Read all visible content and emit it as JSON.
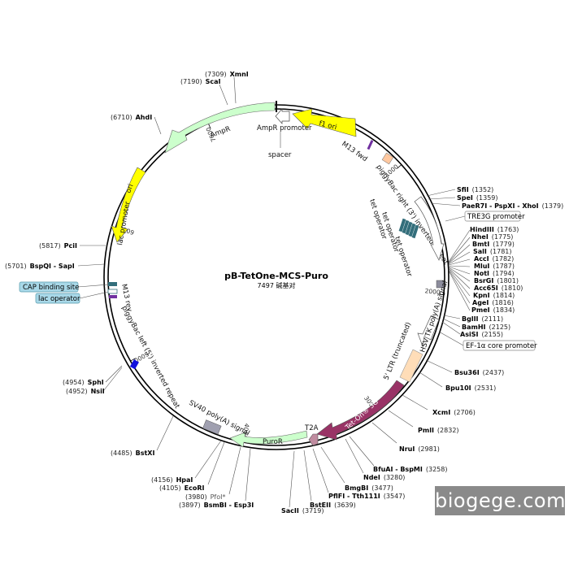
{
  "plasmid": {
    "name": "pB-TetOne-MCS-Puro",
    "size_label": "7497 碱基对",
    "length": 7497
  },
  "ticks": [
    {
      "pos": 1000,
      "label": "1000"
    },
    {
      "pos": 2000,
      "label": "2000"
    },
    {
      "pos": 3000,
      "label": "3000"
    },
    {
      "pos": 4000,
      "label": "4000"
    },
    {
      "pos": 5000,
      "label": "5000"
    },
    {
      "pos": 6000,
      "label": "6000"
    },
    {
      "pos": 7000,
      "label": "7000"
    }
  ],
  "sites_right": [
    {
      "name": "SfiI",
      "pos": "(1352)"
    },
    {
      "name": "SpeI",
      "pos": "(1359)"
    },
    {
      "name": "PaeR7I - PspXI - XhoI",
      "pos": "(1379)"
    },
    {
      "name": "HindIII",
      "pos": "(1763)"
    },
    {
      "name": "NheI",
      "pos": "(1775)"
    },
    {
      "name": "BmtI",
      "pos": "(1779)"
    },
    {
      "name": "SalI",
      "pos": "(1781)"
    },
    {
      "name": "AccI",
      "pos": "(1782)"
    },
    {
      "name": "MluI",
      "pos": "(1787)"
    },
    {
      "name": "NotI",
      "pos": "(1794)"
    },
    {
      "name": "BsrGI",
      "pos": "(1801)"
    },
    {
      "name": "Acc65I",
      "pos": "(1810)"
    },
    {
      "name": "KpnI",
      "pos": "(1814)"
    },
    {
      "name": "AgeI",
      "pos": "(1816)"
    },
    {
      "name": "PmeI",
      "pos": "(1834)"
    },
    {
      "name": "BglII",
      "pos": "(2111)"
    },
    {
      "name": "BamHI",
      "pos": "(2125)"
    },
    {
      "name": "AsiSI",
      "pos": "(2155)"
    },
    {
      "name": "Bsu36I",
      "pos": "(2437)"
    },
    {
      "name": "Bpu10I",
      "pos": "(2531)"
    },
    {
      "name": "XcmI",
      "pos": "(2706)"
    },
    {
      "name": "PmlI",
      "pos": "(2832)"
    },
    {
      "name": "NruI",
      "pos": "(2981)"
    },
    {
      "name": "BfuAI - BspMI",
      "pos": "(3258)"
    },
    {
      "name": "NdeI",
      "pos": "(3280)"
    },
    {
      "name": "BmgBI",
      "pos": "(3477)"
    },
    {
      "name": "PflFI - Tth111I",
      "pos": "(3547)"
    },
    {
      "name": "BstEII",
      "pos": "(3639)"
    },
    {
      "name": "SacII",
      "pos": "(3719)"
    }
  ],
  "sites_left": [
    {
      "name": "XmnI",
      "pos": "(7309)"
    },
    {
      "name": "ScaI",
      "pos": "(7190)"
    },
    {
      "name": "AhdI",
      "pos": "(6710)"
    },
    {
      "name": "PciI",
      "pos": "(5817)"
    },
    {
      "name": "BspQI - SapI",
      "pos": "(5701)"
    },
    {
      "name": "SphI",
      "pos": "(4954)"
    },
    {
      "name": "NsiI",
      "pos": "(4952)"
    },
    {
      "name": "BstXI",
      "pos": "(4485)"
    },
    {
      "name": "HpaI",
      "pos": "(4156)"
    },
    {
      "name": "EcoRI",
      "pos": "(4105)"
    },
    {
      "name": "PfoI*",
      "pos": "(3980)"
    },
    {
      "name": "BsmBI - Esp3I",
      "pos": "(3897)"
    }
  ],
  "features": {
    "f1_ori": "f1 ori",
    "ampr_promoter": "AmpR promoter",
    "ampr": "AmpR",
    "spacer": "spacer",
    "m13_fwd": "M13 fwd",
    "piggybac_right": "piggyBac right (3') inverted repeat",
    "tet_operator": "tet operator",
    "ori": "ori",
    "lac_promoter": "lac promoter",
    "m13_rev": "M13 rev",
    "piggybac_left": "piggyBac left (5') inverted repeat",
    "hsv_tk_polya": "HSV TK poly(A) signal",
    "ltr": "5' LTR (truncated)",
    "tet_on": "Tet-On® 3G",
    "t2a": "T2A",
    "puror": "PuroR",
    "sv40_polya": "SV40 poly(A) signal"
  },
  "boxed_labels": {
    "tre3g": "TRE3G promoter",
    "ef1a": "EF-1α core promoter",
    "cap_site": "CAP binding site",
    "lac_operator": "lac operator"
  },
  "watermark": "biogege.com",
  "colors": {
    "f1_ori": "#ffff00",
    "ampr": "#ccffcc",
    "ori": "#ffff00",
    "tet_on": "#993366",
    "ltr": "#ffddb8",
    "tet_operator": "#336e7b",
    "box_fill": "#a8d8e8"
  }
}
